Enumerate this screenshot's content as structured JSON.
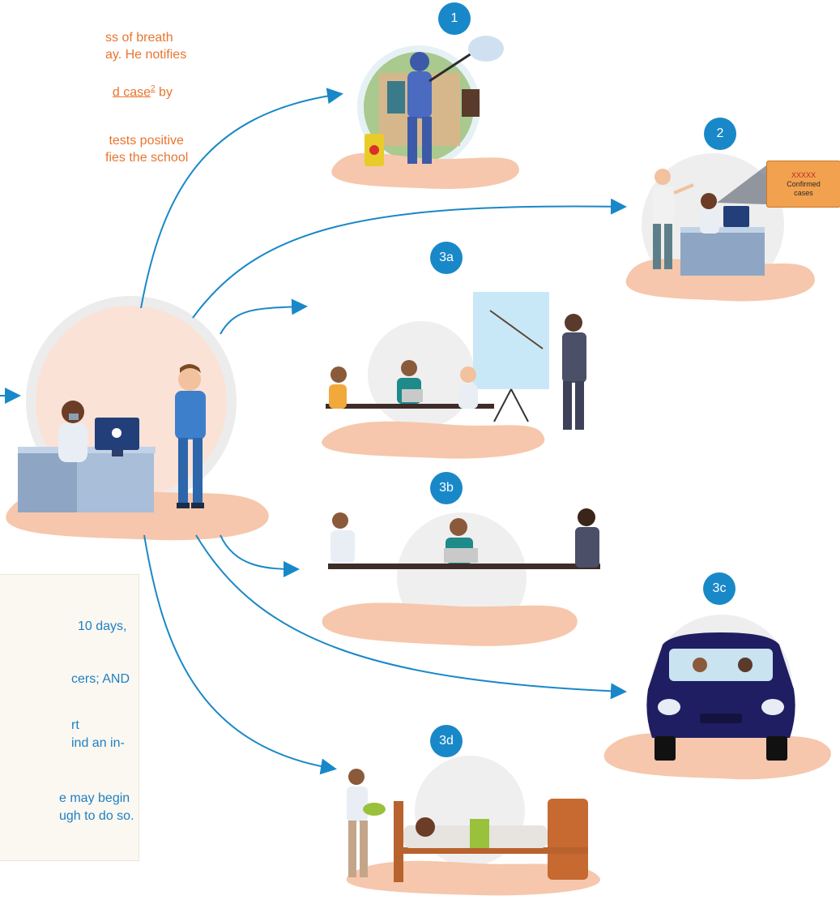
{
  "intro": {
    "line1": "ss of breath",
    "line2": "ay. He notifies",
    "line3_link": "d case",
    "line3_sup": "2",
    "line3_end": " by",
    "line4": " tests positive",
    "line5": "fies the school"
  },
  "badges": [
    "1",
    "2",
    "3a",
    "3b",
    "3c",
    "3d"
  ],
  "callout": {
    "top": "XXXXX",
    "mid": "Confirmed",
    "bottom": "cases"
  },
  "panel_text": [
    "10 days,",
    "cers; AND",
    "rt",
    "ind an in-",
    "e may begin",
    "ugh to do so."
  ],
  "colors": {
    "accent": "#1988c8",
    "text_orange": "#e8752f",
    "text_blue": "#1e7fc4",
    "ground": "#f6c7ac"
  }
}
